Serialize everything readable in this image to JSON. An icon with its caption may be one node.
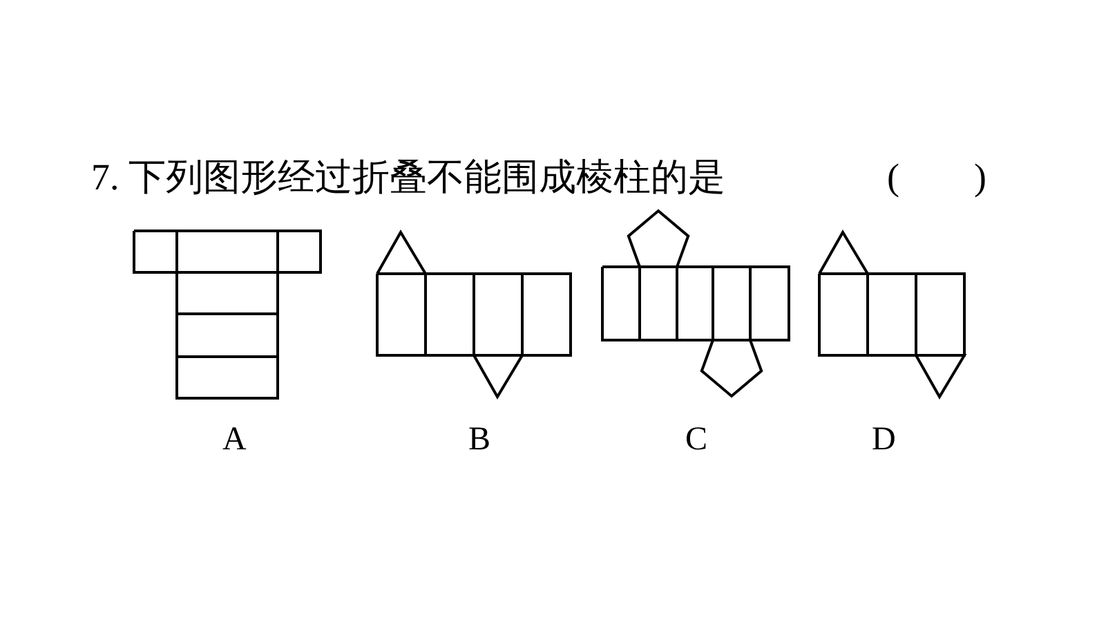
{
  "diagram": {
    "title": "7. 下列图形经过折叠不能围成棱柱的是",
    "labels": [
      "(　　)",
      "A",
      "B",
      "C",
      "D"
    ]
  }
}
